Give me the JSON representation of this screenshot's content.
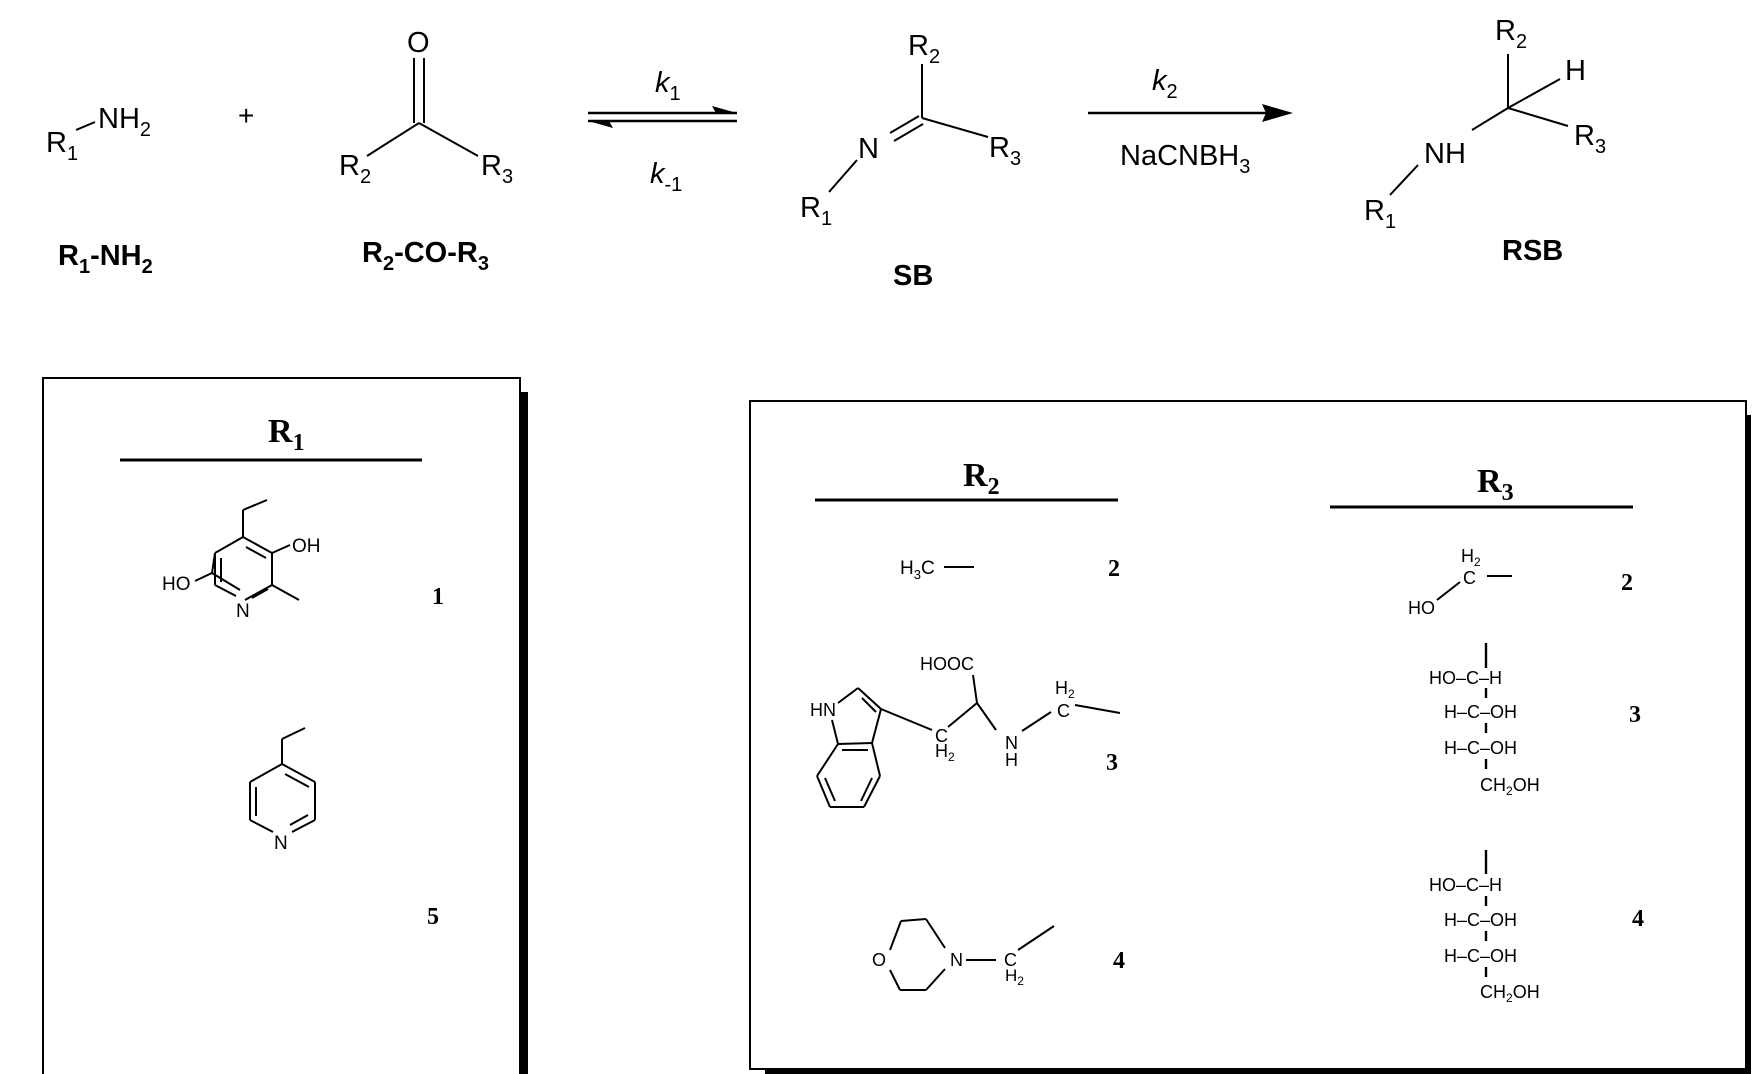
{
  "scheme": {
    "reactants": {
      "amine": {
        "r": "R",
        "r_sub": "1",
        "group": "NH",
        "group_sub": "2",
        "label_r": "R",
        "label_r_sub": "1",
        "label_rest": "-NH",
        "label_rest_sub": "2"
      },
      "plus": "+",
      "ketone": {
        "o": "O",
        "r2": "R",
        "r2_sub": "2",
        "r3": "R",
        "r3_sub": "3",
        "label_a": "R",
        "label_a_sub": "2",
        "label_b": "-CO-R",
        "label_b_sub": "3"
      }
    },
    "equilibrium": {
      "forward": "k",
      "forward_sub": "1",
      "reverse": "k",
      "reverse_sub": "-1"
    },
    "schiff_base": {
      "r2": "R",
      "r2_sub": "2",
      "n": "N",
      "r3": "R",
      "r3_sub": "3",
      "r1": "R",
      "r1_sub": "1",
      "label": "SB"
    },
    "reduction": {
      "rate": "k",
      "rate_sub": "2",
      "reagent": "NaCNBH",
      "reagent_sub": "3"
    },
    "product": {
      "r2": "R",
      "r2_sub": "2",
      "h": "H",
      "nh": "NH",
      "r3": "R",
      "r3_sub": "3",
      "r1": "R",
      "r1_sub": "1",
      "label": "RSB"
    }
  },
  "r1_panel": {
    "header": "R",
    "header_sub": "1",
    "items": [
      {
        "id": "1",
        "atoms": {
          "ho": "HO",
          "oh": "OH",
          "n": "N"
        }
      },
      {
        "id": "5",
        "atoms": {
          "n": "N"
        }
      }
    ]
  },
  "r23_panel": {
    "r2_header": "R",
    "r2_header_sub": "2",
    "r3_header": "R",
    "r3_header_sub": "3",
    "r2_items": [
      {
        "id": "2",
        "formula": {
          "h": "H",
          "h_sub": "3",
          "c": "C"
        }
      },
      {
        "id": "3",
        "atoms": {
          "hooc": "HOOC",
          "hn": "HN",
          "ch2_c": "C",
          "ch2_h": "H",
          "ch2_sub": "2",
          "n": "N",
          "nh_h": "H",
          "c2_h": "H",
          "c2_sub": "2",
          "c2": "C"
        }
      },
      {
        "id": "4",
        "atoms": {
          "o": "O",
          "n": "N",
          "c": "C",
          "h": "H",
          "h_sub": "2"
        }
      }
    ],
    "r3_items": [
      {
        "id": "2",
        "atoms": {
          "h": "H",
          "h_sub": "2",
          "c": "C",
          "ho": "HO"
        }
      },
      {
        "id": "3",
        "rows": [
          "HO–C–H",
          "H–C–OH",
          "H–C–OH"
        ],
        "tail": "CH",
        "tail_sub": "2",
        "tail_end": "OH"
      },
      {
        "id": "4",
        "rows": [
          "HO–C–H",
          "H–C–OH",
          "H–C–OH"
        ],
        "tail": "CH",
        "tail_sub": "2",
        "tail_end": "OH"
      }
    ]
  }
}
